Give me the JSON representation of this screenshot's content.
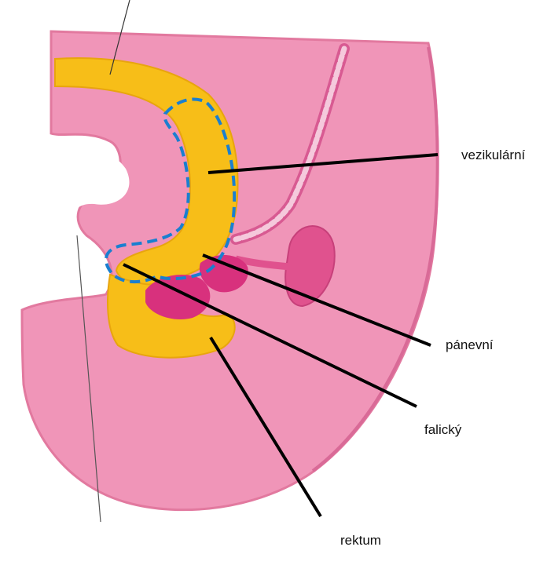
{
  "labels": {
    "vezikularni": "vezikulární",
    "panevni": "pánevní",
    "falicky": "falický",
    "rektum": "rektum"
  },
  "colors": {
    "background": "#ffffff",
    "tissue": "#f095b8",
    "tissue_dark": "#e2799f",
    "sinus": "#f7be18",
    "sinus_edge": "#e8a50e",
    "dark_pink": "#d8317d",
    "outline": "#1a7fd0",
    "leader": "#000000"
  },
  "icons": [
    "urogenital-sinus-drawing"
  ]
}
